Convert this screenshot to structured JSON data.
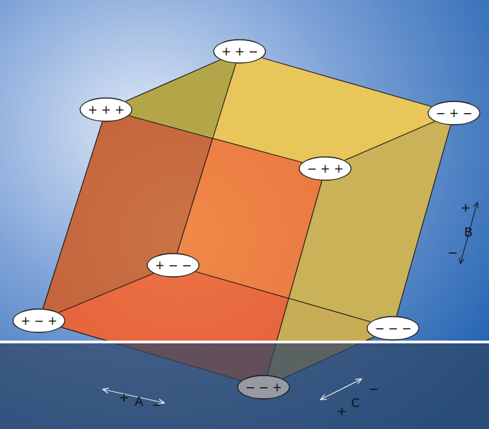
{
  "diagram": {
    "nodes": [
      {
        "text": [
          "+ + −"
        ]
      },
      {
        "text": [
          "+ + +"
        ]
      },
      {
        "text": [
          "− + −"
        ]
      },
      {
        "text": [
          "− + +"
        ]
      },
      {
        "text": [
          "+ − −"
        ]
      },
      {
        "text": [
          "+ − +"
        ]
      },
      {
        "text": [
          "− − −"
        ]
      },
      {
        "text": [
          "− − +"
        ]
      }
    ],
    "edges": [
      {
        "from": 0,
        "to": 1,
        "arrow": "none"
      },
      {
        "from": 0,
        "to": 2,
        "arrow": "none"
      },
      {
        "from": 0,
        "to": 4,
        "arrow": "none"
      },
      {
        "from": 1,
        "to": 3,
        "arrow": "none"
      },
      {
        "from": 1,
        "to": 5,
        "arrow": "none"
      },
      {
        "from": 2,
        "to": 3,
        "arrow": "none"
      },
      {
        "from": 2,
        "to": 6,
        "arrow": "none"
      },
      {
        "from": 3,
        "to": 7,
        "arrow": "none"
      },
      {
        "from": 4,
        "to": 5,
        "arrow": "none"
      },
      {
        "from": 4,
        "to": 6,
        "arrow": "none"
      },
      {
        "from": 5,
        "to": 7,
        "arrow": "none"
      },
      {
        "from": 6,
        "to": 7,
        "arrow": "none"
      }
    ],
    "labels": [
      "+",
      "B",
      "−",
      "+",
      "A",
      "−",
      "+",
      "C",
      "−"
    ]
  }
}
